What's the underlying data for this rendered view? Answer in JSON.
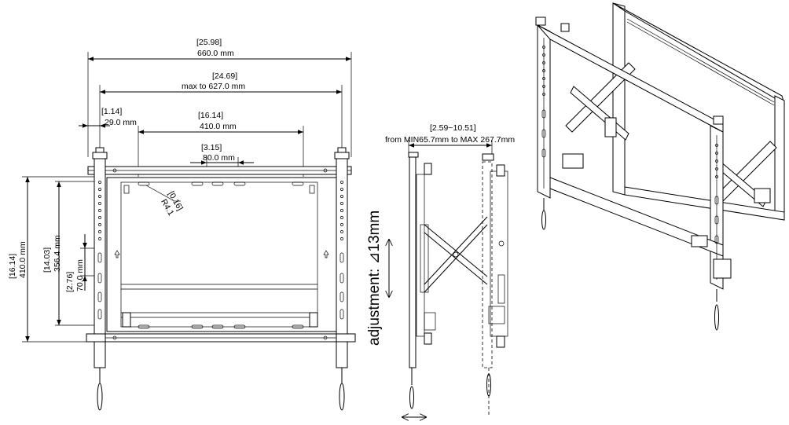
{
  "front_view": {
    "overall_width_in": "[25.98]",
    "overall_width_mm": "660.0 mm",
    "max_width_in": "[24.69]",
    "max_width_mm": "max to 627.0 mm",
    "offset_in": "[1.14]",
    "offset_mm": "29.0 mm",
    "slot_span_in": "[16.14]",
    "slot_span_mm": "410.0 mm",
    "center_span_in": "[3.15]",
    "center_span_mm": "80.0 mm",
    "radius_in": "[0.16]",
    "radius_mm": "R4.1",
    "height_in": "[16.14]",
    "height_mm": "410.0 mm",
    "inner_height_in": "[14.03]",
    "inner_height_mm": "356.4 mm",
    "pitch_in": "[2.76]",
    "pitch_mm": "70.0 mm"
  },
  "side_view": {
    "depth_range_in": "[2.59~10.51]",
    "depth_range_mm": "from MIN65.7mm to MAX 267.7mm",
    "adjustment_label": "adjustment: ⊿13mm"
  }
}
